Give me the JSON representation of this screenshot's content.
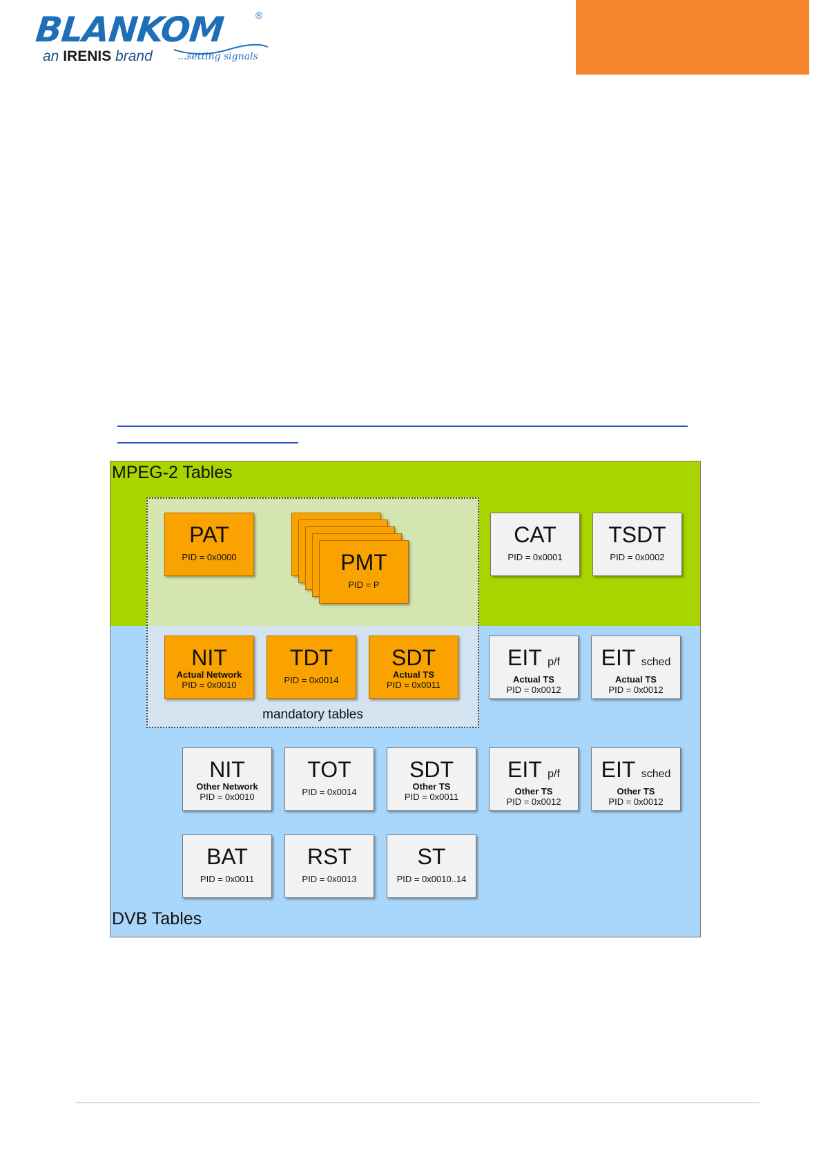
{
  "header": {
    "logo_word": "BLANKOM",
    "logo_reg": "®",
    "logo_brand_prefix": "an",
    "logo_brand_name": "IRENIS",
    "logo_brand_suffix": "brand",
    "logo_tagline": "...setting signals",
    "accent_color": "#f4852a",
    "brand_color": "#1f6fb8"
  },
  "link": {
    "color": "#2b50c8"
  },
  "diagram": {
    "mpeg_label": "MPEG-2 Tables",
    "dvb_label": "DVB Tables",
    "mandatory_label": "mandatory tables",
    "colors": {
      "mpeg": "#a8d400",
      "dvb": "#a9d6fb",
      "mandatory_table": "#f9a200",
      "optional_table": "#f2f2f2"
    },
    "tables": [
      {
        "name": "PAT",
        "suffix": "",
        "scope": "",
        "pid": "PID = 0x0000",
        "mandatory": true
      },
      {
        "name": "PMT",
        "suffix": "",
        "scope": "",
        "pid": "PID = P",
        "mandatory": true
      },
      {
        "name": "CAT",
        "suffix": "",
        "scope": "",
        "pid": "PID = 0x0001",
        "mandatory": false
      },
      {
        "name": "TSDT",
        "suffix": "",
        "scope": "",
        "pid": "PID = 0x0002",
        "mandatory": false
      },
      {
        "name": "NIT",
        "suffix": "",
        "scope": "Actual Network",
        "pid": "PID = 0x0010",
        "mandatory": true
      },
      {
        "name": "TDT",
        "suffix": "",
        "scope": "",
        "pid": "PID = 0x0014",
        "mandatory": true
      },
      {
        "name": "SDT",
        "suffix": "",
        "scope": "Actual TS",
        "pid": "PID = 0x0011",
        "mandatory": true
      },
      {
        "name": "EIT",
        "suffix": "p/f",
        "scope": "Actual TS",
        "pid": "PID = 0x0012",
        "mandatory": false
      },
      {
        "name": "EIT",
        "suffix": "sched",
        "scope": "Actual TS",
        "pid": "PID = 0x0012",
        "mandatory": false
      },
      {
        "name": "NIT",
        "suffix": "",
        "scope": "Other Network",
        "pid": "PID = 0x0010",
        "mandatory": false
      },
      {
        "name": "TOT",
        "suffix": "",
        "scope": "",
        "pid": "PID = 0x0014",
        "mandatory": false
      },
      {
        "name": "SDT",
        "suffix": "",
        "scope": "Other TS",
        "pid": "PID = 0x0011",
        "mandatory": false
      },
      {
        "name": "EIT",
        "suffix": "p/f",
        "scope": "Other TS",
        "pid": "PID = 0x0012",
        "mandatory": false
      },
      {
        "name": "EIT",
        "suffix": "sched",
        "scope": "Other TS",
        "pid": "PID = 0x0012",
        "mandatory": false
      },
      {
        "name": "BAT",
        "suffix": "",
        "scope": "",
        "pid": "PID = 0x0011",
        "mandatory": false
      },
      {
        "name": "RST",
        "suffix": "",
        "scope": "",
        "pid": "PID = 0x0013",
        "mandatory": false
      },
      {
        "name": "ST",
        "suffix": "",
        "scope": "",
        "pid": "PID = 0x0010..14",
        "mandatory": false
      }
    ]
  }
}
